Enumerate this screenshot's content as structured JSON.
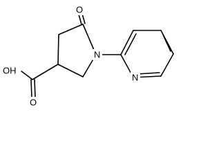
{
  "molecule": {
    "atom_labels": {
      "carbonyl_oxygen": "O",
      "ring_nitrogen": "N",
      "pyridine_nitrogen": "N",
      "hydroxyl": "OH",
      "acid_oxygen": "O"
    },
    "colors": {
      "bond": "#000000",
      "label": "#000000",
      "background": "#ffffff"
    }
  }
}
